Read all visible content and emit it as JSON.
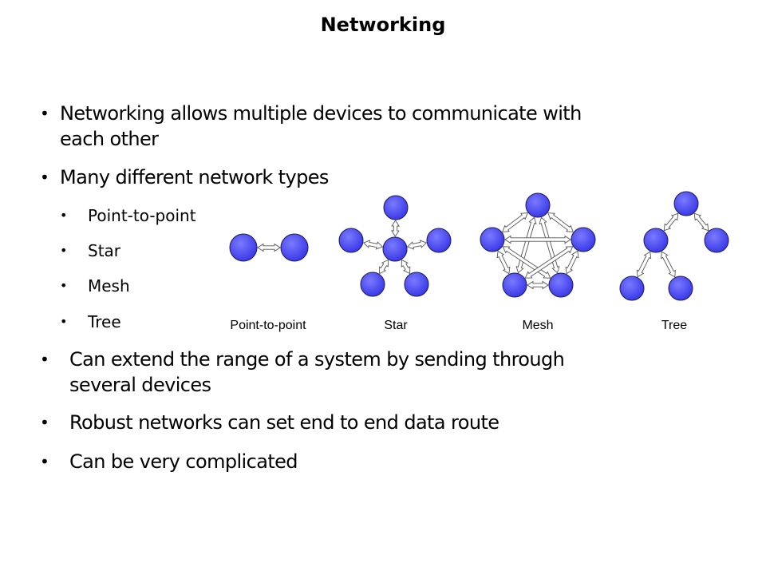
{
  "slide": {
    "title": "Networking",
    "bullets_top": [
      {
        "text": "Networking allows multiple devices to communicate with each other",
        "lines": [
          "Networking allows multiple devices to communicate with",
          "each other"
        ]
      },
      {
        "text": "Many different network types",
        "lines": [
          "Many different network types"
        ]
      }
    ],
    "sub_bullets": [
      "Point-to-point",
      "Star",
      "Mesh",
      "Tree"
    ],
    "bullets_bottom": [
      {
        "text": "Can extend the range of a system by sending through several devices",
        "lines": [
          "Can extend the range of a system by sending through",
          "several devices"
        ]
      },
      {
        "text": "Robust networks can set end to end data route",
        "lines": [
          "Robust networks can set end to end data route"
        ]
      },
      {
        "text": "Can be very complicated",
        "lines": [
          "Can be very complicated"
        ]
      }
    ],
    "bullet_glyph": "•"
  },
  "diagrams": [
    {
      "label": "Point-to-point",
      "topology": "point-to-point",
      "node_count": 2,
      "links": [
        [
          0,
          1
        ]
      ]
    },
    {
      "label": "Star",
      "topology": "star",
      "node_count": 6,
      "links": [
        [
          0,
          1
        ],
        [
          0,
          2
        ],
        [
          0,
          3
        ],
        [
          0,
          4
        ],
        [
          0,
          5
        ]
      ]
    },
    {
      "label": "Mesh",
      "topology": "mesh",
      "node_count": 5,
      "links": [
        [
          0,
          1
        ],
        [
          0,
          2
        ],
        [
          0,
          3
        ],
        [
          0,
          4
        ],
        [
          1,
          2
        ],
        [
          1,
          3
        ],
        [
          1,
          4
        ],
        [
          2,
          3
        ],
        [
          2,
          4
        ],
        [
          3,
          4
        ]
      ]
    },
    {
      "label": "Tree",
      "topology": "tree",
      "node_count": 5,
      "links": [
        [
          0,
          1
        ],
        [
          0,
          2
        ],
        [
          1,
          3
        ],
        [
          1,
          4
        ]
      ]
    }
  ],
  "colors": {
    "node_fill": "#3a3ae8",
    "node_highlight": "#7a7aff",
    "node_stroke": "#1a1a5a",
    "link_stroke": "#555555"
  }
}
